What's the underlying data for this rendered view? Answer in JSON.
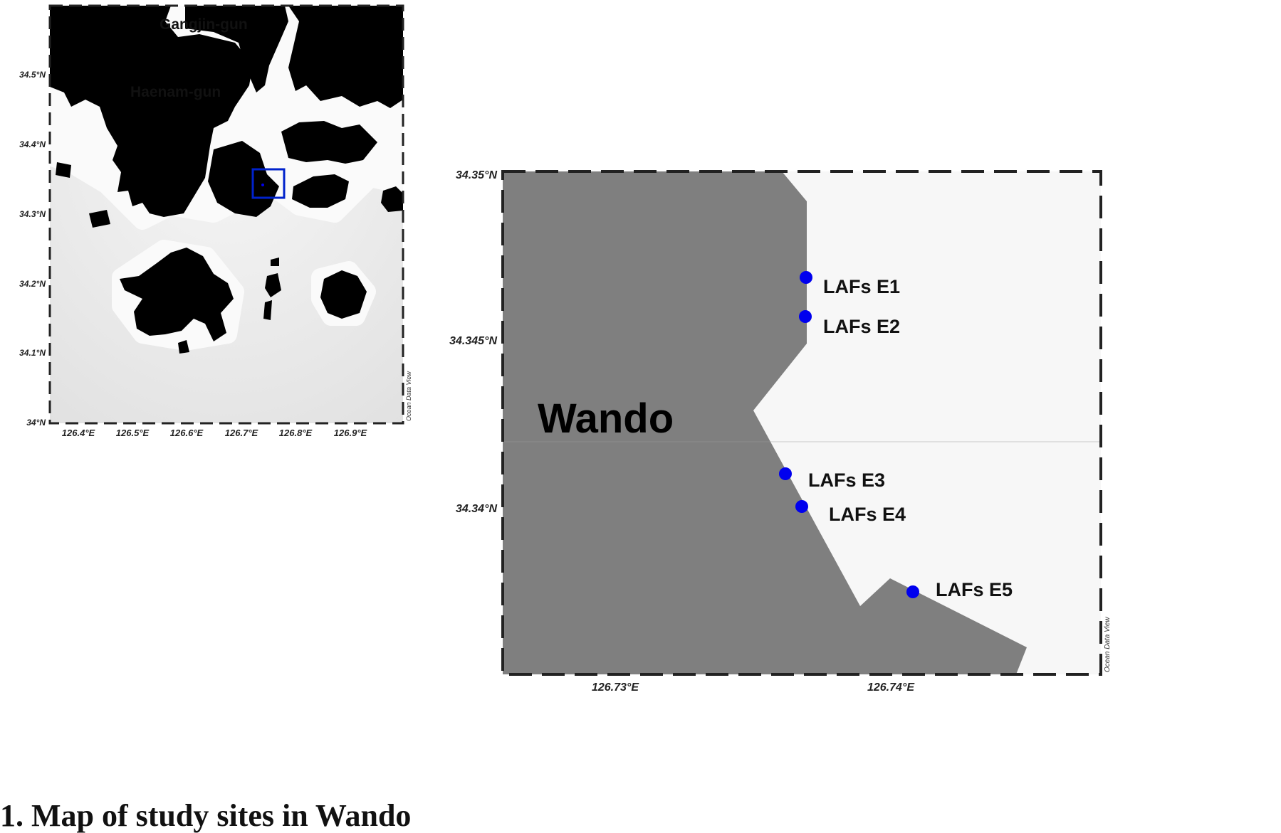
{
  "overview_map": {
    "place_labels": [
      "Gangjin-gun",
      "Haenam-gun"
    ],
    "lat_ticks": [
      "34.5°N",
      "34.4°N",
      "34.3°N",
      "34.2°N",
      "34.1°N",
      "34°N"
    ],
    "lon_ticks": [
      "126.4°E",
      "126.5°E",
      "126.6°E",
      "126.7°E",
      "126.8°E",
      "126.9°E"
    ],
    "credit": "Ocean Data View"
  },
  "detail_map": {
    "region_label": "Wando",
    "lat_ticks": [
      "34.35°N",
      "34.345°N",
      "34.34°N"
    ],
    "lon_ticks": [
      "126.73°E",
      "126.74°E"
    ],
    "credit": "Ocean Data View",
    "stations": [
      {
        "name": "LAFs E1"
      },
      {
        "name": "LAFs E2"
      },
      {
        "name": "LAFs E3"
      },
      {
        "name": "LAFs E4"
      },
      {
        "name": "LAFs E5"
      }
    ]
  },
  "colors": {
    "land": "#7f7f7f",
    "sea": "#f7f7f7",
    "station_marker": "#0000ee",
    "highlight_box": "#0022cc"
  },
  "caption": "1. Map of study sites in Wando"
}
